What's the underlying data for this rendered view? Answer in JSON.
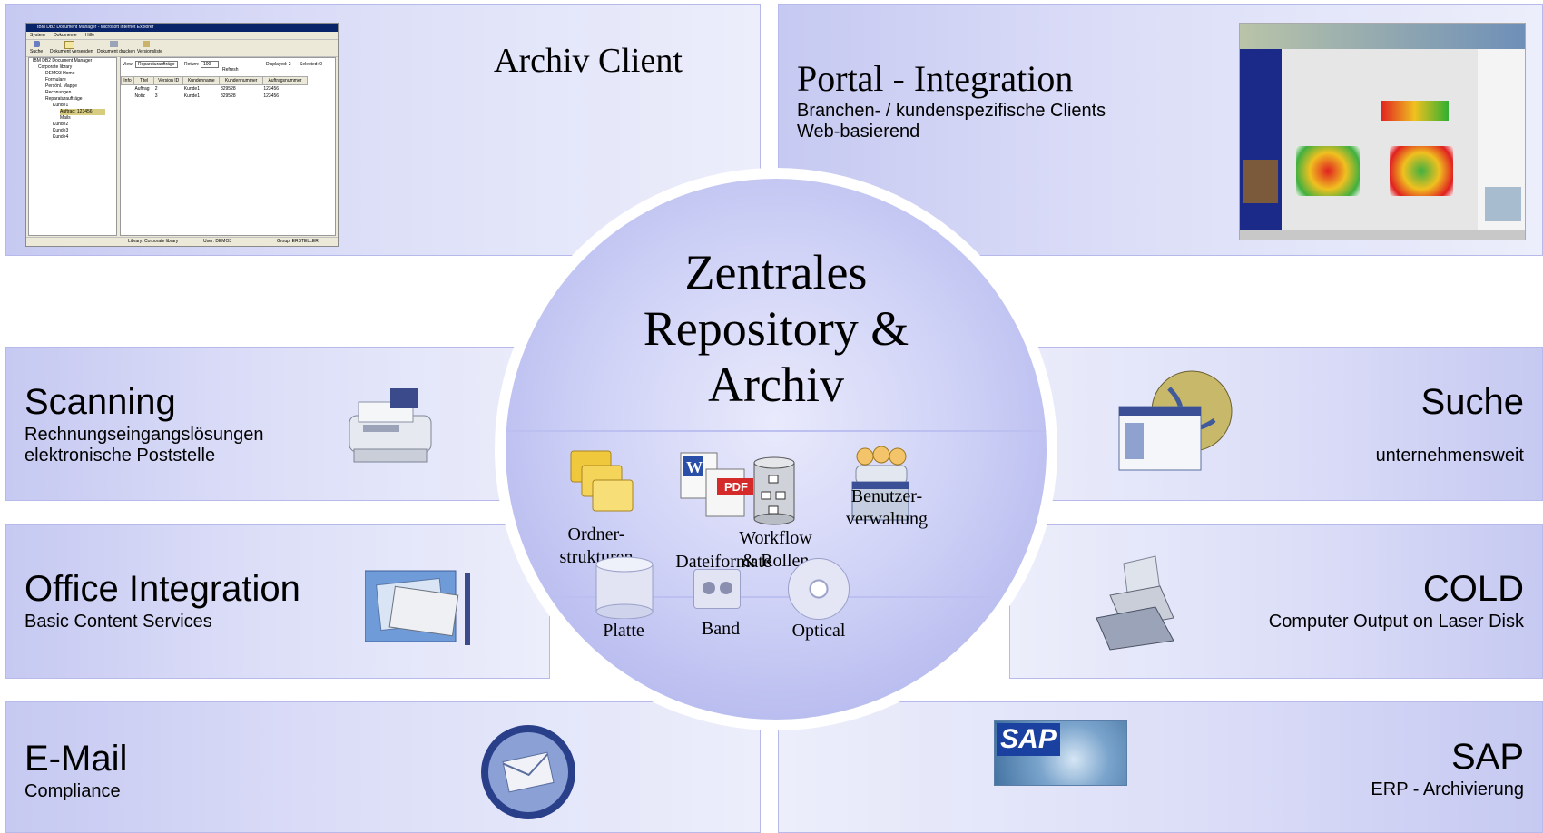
{
  "center": {
    "title_line1": "Zentrales",
    "title_line2": "Repository &",
    "title_line3": "Archiv",
    "items": [
      {
        "label_line1": "Ordner-",
        "label_line2": "strukturen"
      },
      {
        "label": "Dateiformate"
      },
      {
        "label_line1": "Workflow",
        "label_line2": "& Rollen"
      },
      {
        "label_line1": "Benutzer-",
        "label_line2": "verwaltung"
      }
    ],
    "storage": [
      {
        "label": "Platte"
      },
      {
        "label": "Band"
      },
      {
        "label": "Optical"
      }
    ],
    "pdf_badge": "PDF"
  },
  "archiv_client": {
    "title": "Archiv Client",
    "window_title": "IBM DB2 Document Manager - Microsoft Internet Explorer",
    "menu": [
      "System",
      "Dokumente",
      "Hilfe"
    ],
    "toolbar": [
      "Suche",
      "Dokument versenden",
      "Dokument drucken",
      "Versionsliste"
    ],
    "tree": [
      "IBM DB2 Document Manager",
      "Corporate library",
      "DEMO3 Home",
      "Formulare",
      "Persönl. Mappe",
      "Rechnungen",
      "Reparaturaufträge",
      "Kunde1",
      "Auftrag: 123456",
      "Mails",
      "Kunde2",
      "Kunde3",
      "Kunde4"
    ],
    "view_label": "View:",
    "view_value": "Reparaturaufträge",
    "return_label": "Return:",
    "return_value": "100",
    "refresh_label": "Refresh",
    "displayed": "Displayed: 2",
    "selected": "Selected: 0",
    "columns": [
      "Info",
      "Titel",
      "Version ID",
      "Kundenname",
      "Kundennummer",
      "Auftragsnummer"
    ],
    "rows": [
      [
        "",
        "Auftrag",
        "2",
        "Kunde1",
        "829528",
        "123456"
      ],
      [
        "",
        "Notiz",
        "3",
        "Kunde1",
        "829528",
        "123456"
      ]
    ],
    "status": [
      "Library: Corporate library",
      "User: DEMO3",
      "Group: ERSTELLER"
    ]
  },
  "portal": {
    "title": "Portal - Integration",
    "line1": "Branchen- / kundenspezifische Clients",
    "line2": "Web-basierend"
  },
  "scanning": {
    "title": "Scanning",
    "line1": "Rechnungseingangslösungen",
    "line2": "elektronische Poststelle"
  },
  "office": {
    "title": "Office Integration",
    "line1": "Basic Content Services"
  },
  "email": {
    "title": "E-Mail",
    "line1": "Compliance"
  },
  "suche": {
    "title": "Suche",
    "line1": "unternehmensweit"
  },
  "cold": {
    "title": "COLD",
    "line1": "Computer Output on Laser Disk"
  },
  "sap": {
    "title": "SAP",
    "line1": "ERP - Archivierung",
    "logo_text": "SAP"
  },
  "colors": {
    "panel": "#c6c9f1",
    "center": "#a7abe9",
    "accent": "#1a40a0"
  }
}
